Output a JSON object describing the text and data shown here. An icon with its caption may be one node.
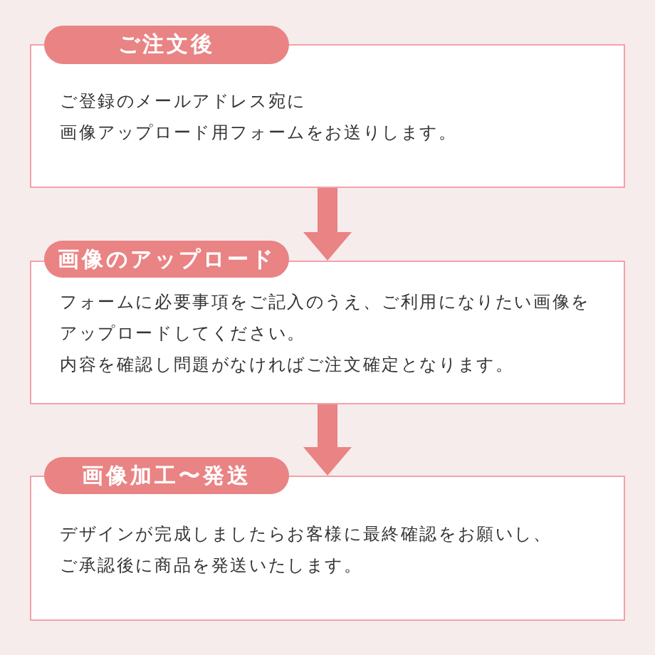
{
  "diagram": {
    "nodes": [
      {
        "text": [
          "ご注文後"
        ]
      },
      {
        "text": [
          "ご登録のメールアドレス宛に",
          "画像アップロード用フォームをお送りします。"
        ]
      },
      {
        "text": [
          "画像のアップロード"
        ]
      },
      {
        "text": [
          "フォームに必要事項をご記入のうえ、ご利用になりたい画像をアップロードしてください。",
          "内容を確認し問題がなければご注文確定となります。"
        ]
      },
      {
        "text": [
          "画像加工〜発送"
        ]
      },
      {
        "text": [
          "デザインが完成しましたらお客様に最終確認をお願いし、",
          "ご承認後に商品を発送いたします。"
        ]
      }
    ],
    "edges": [
      {
        "from": 1,
        "to": 3,
        "arrow": "to"
      },
      {
        "from": 3,
        "to": 5,
        "arrow": "to"
      }
    ]
  }
}
